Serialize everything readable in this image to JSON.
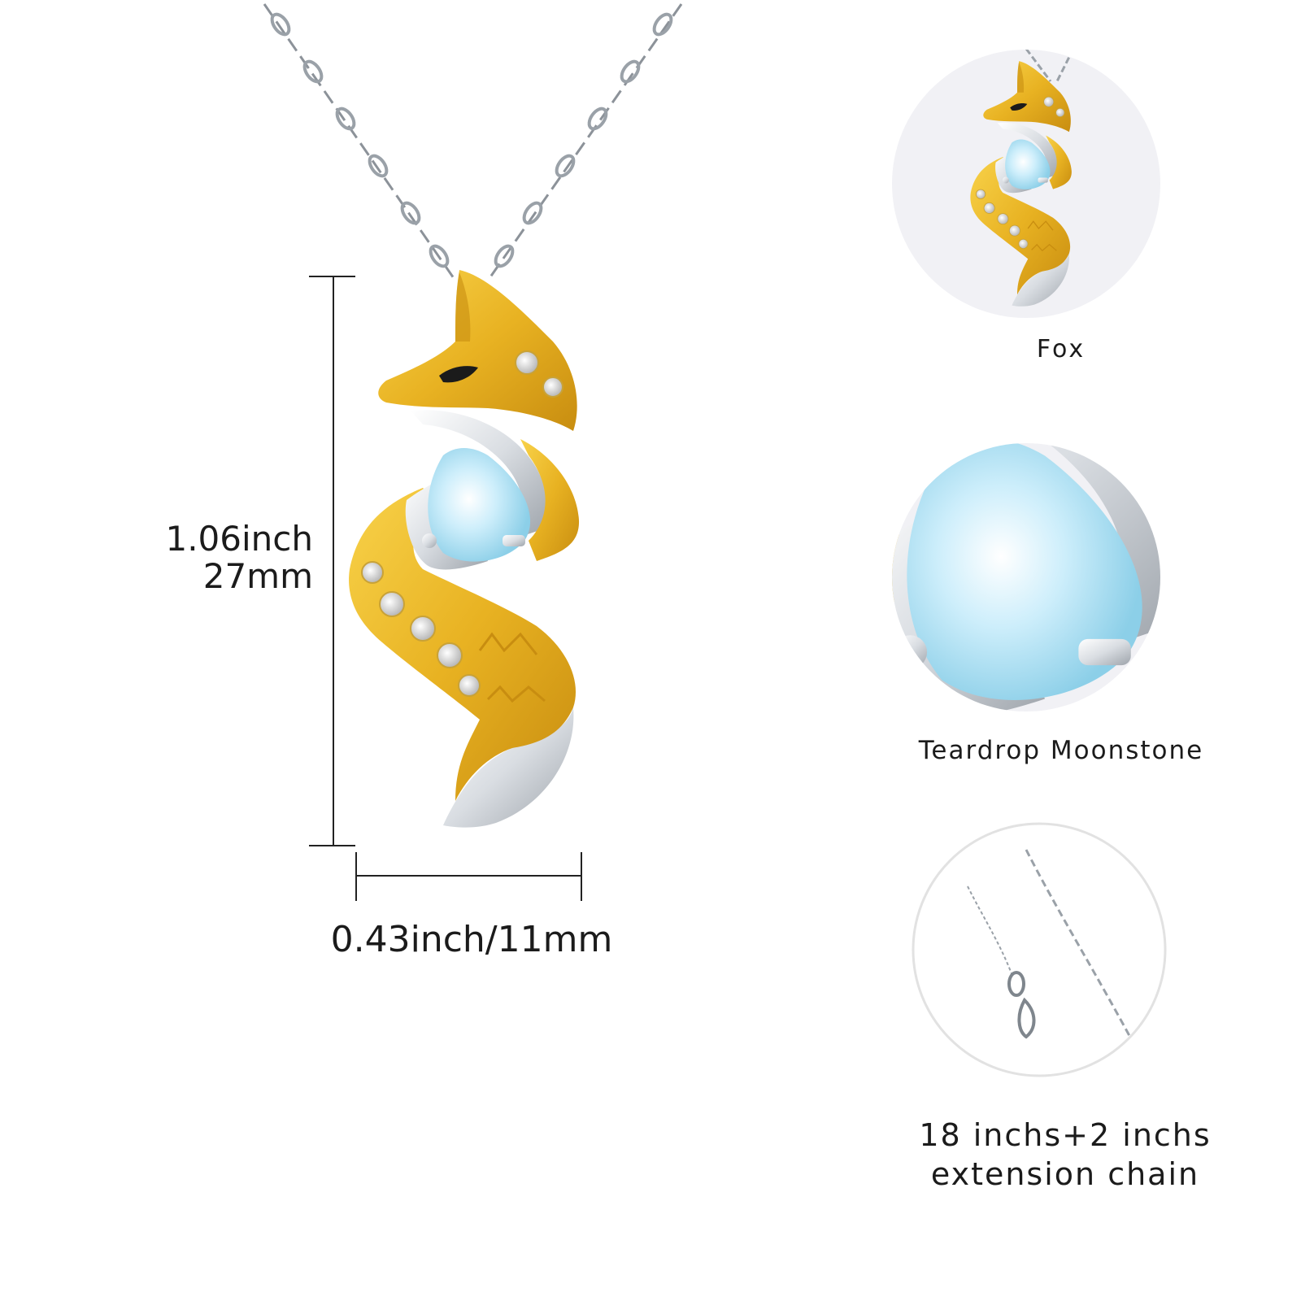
{
  "dimensions": {
    "height_inch": "1.06inch",
    "height_mm": "27mm",
    "width": "0.43inch/11mm"
  },
  "details": [
    {
      "caption": "Fox",
      "icon": "fox-head-closeup"
    },
    {
      "caption": "Teardrop Moonstone",
      "icon": "moonstone-closeup"
    },
    {
      "caption_line1": "18 inchs+2 inchs",
      "caption_line2": "extension chain",
      "icon": "extension-chain-closeup"
    }
  ],
  "colors": {
    "gold": "#e8b222",
    "silver": "#d9dde2",
    "moonstone": "#aee2f5",
    "circle_bg": "#f1f1f5",
    "text": "#1b1b1b"
  }
}
